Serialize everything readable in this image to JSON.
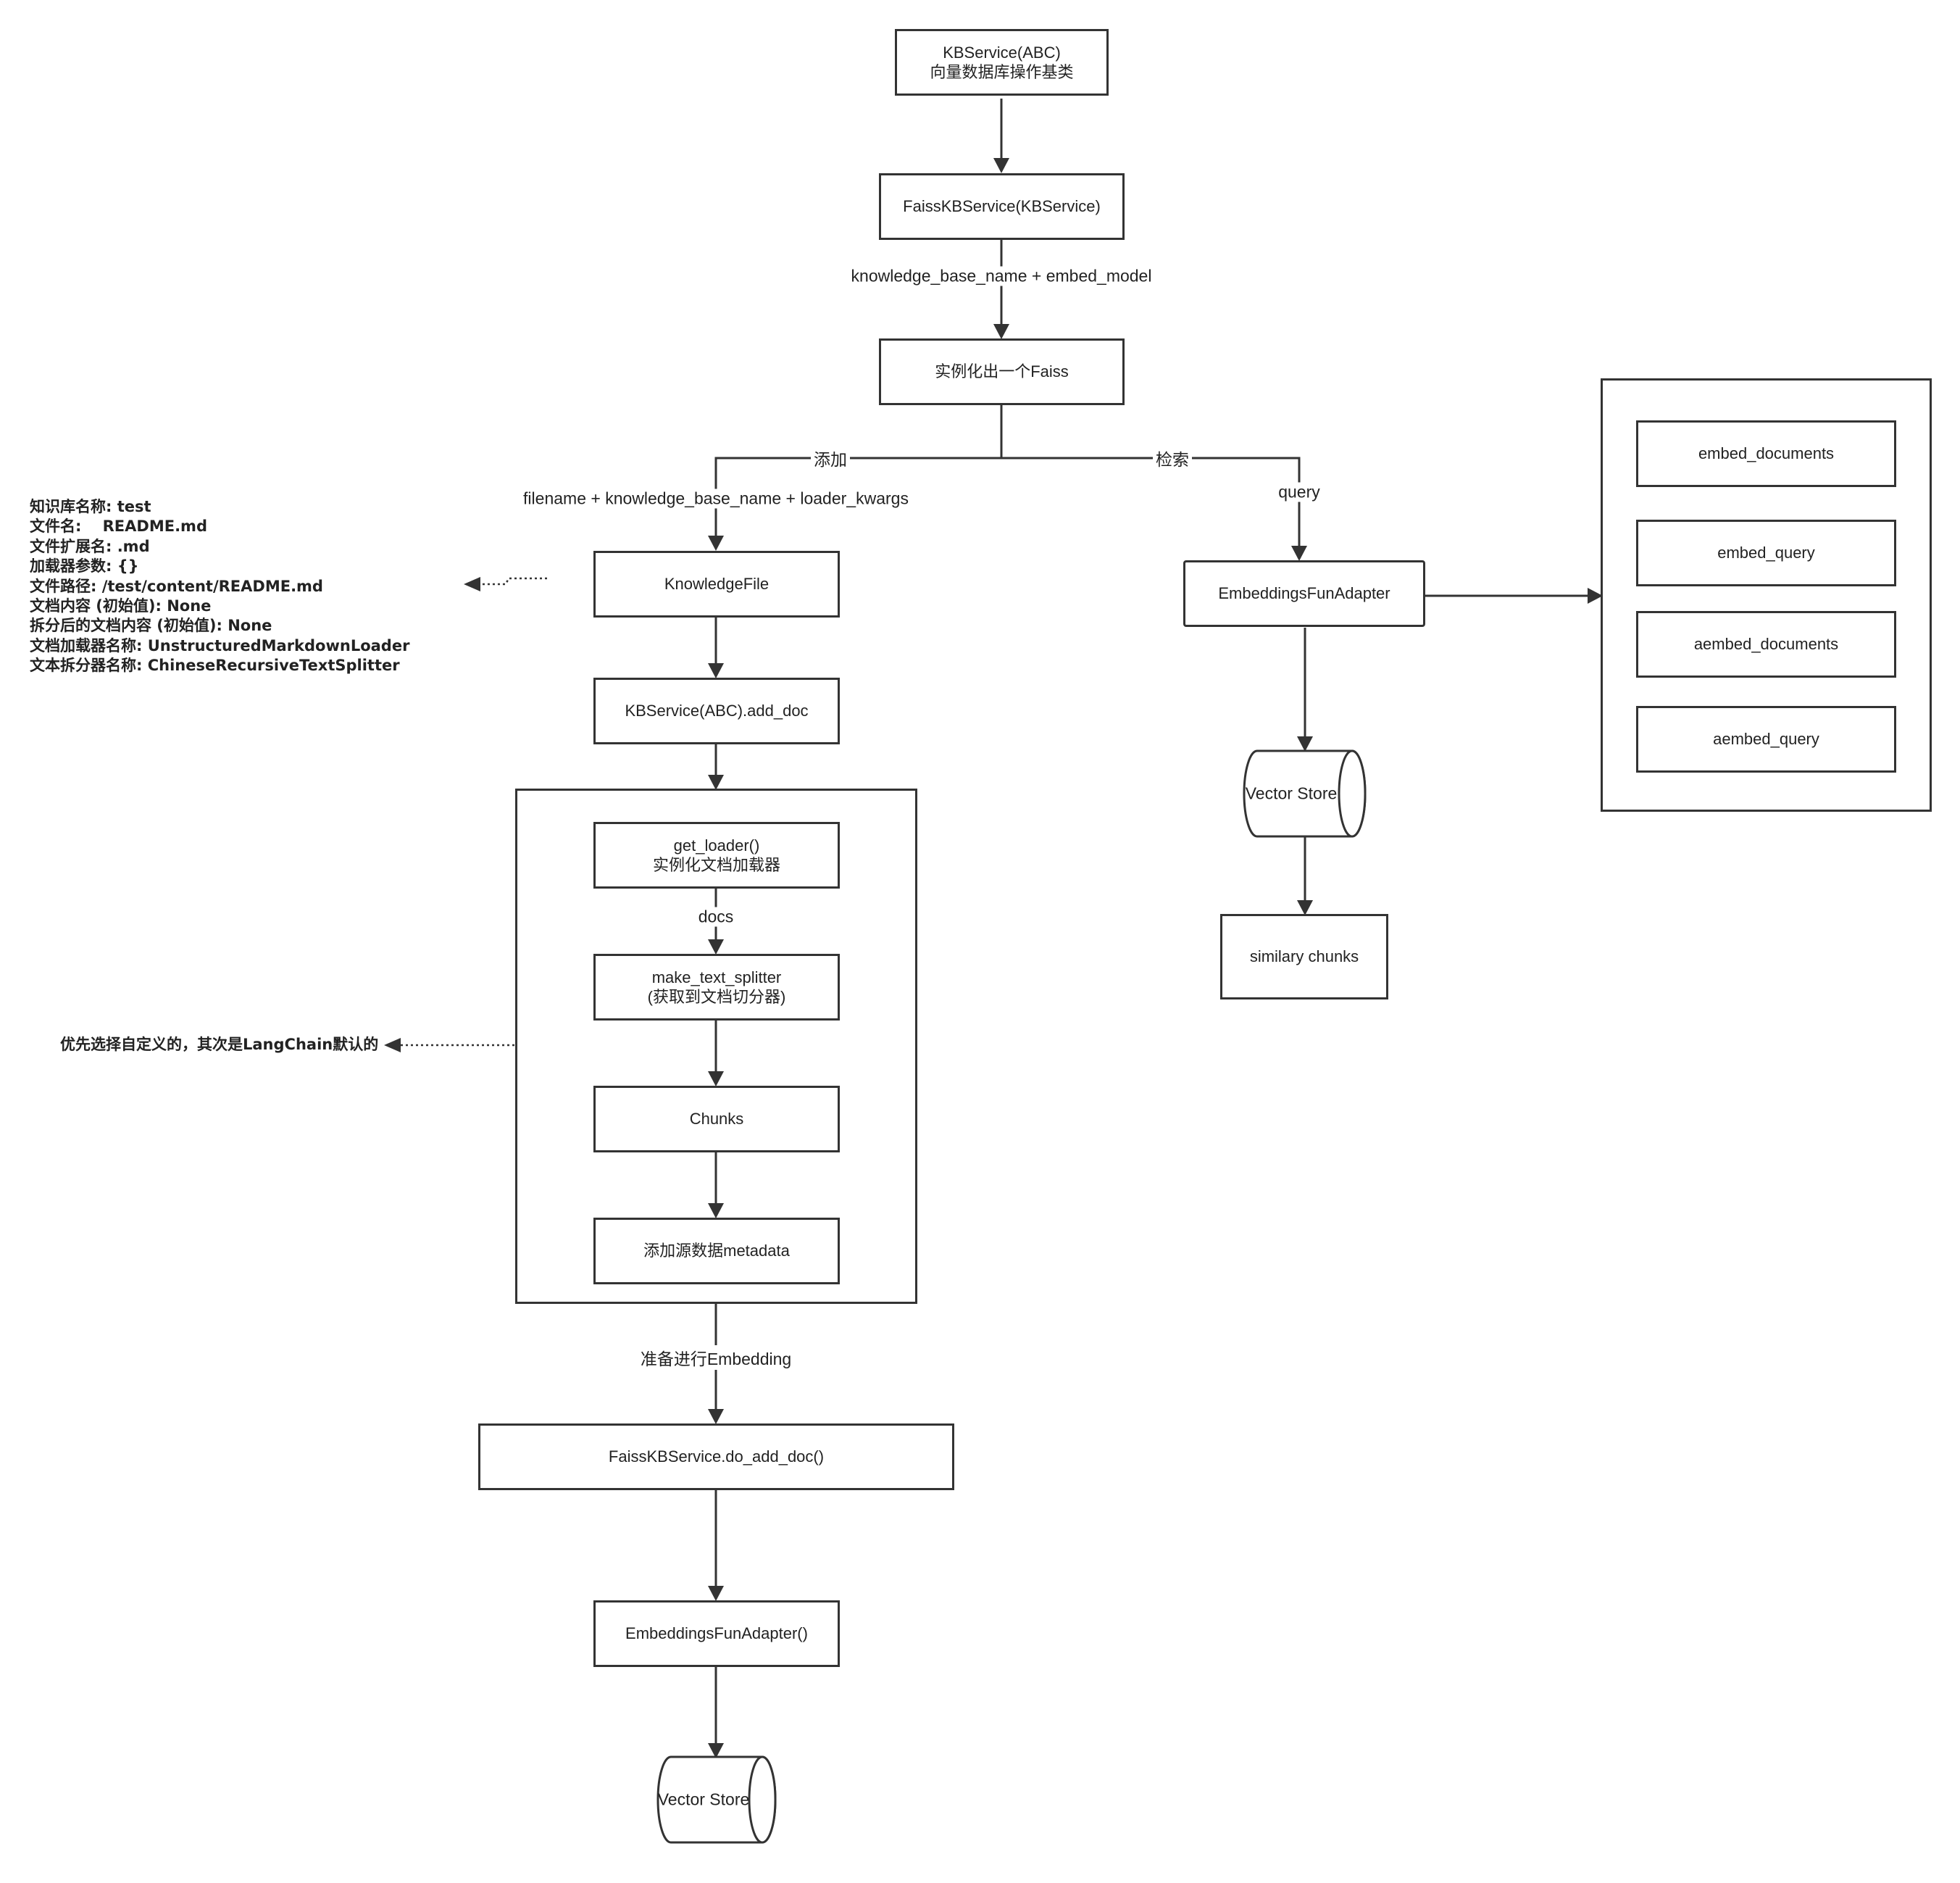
{
  "nodes": {
    "kbservice_abc": {
      "line1": "KBService(ABC)",
      "line2": "向量数据库操作基类"
    },
    "faiss_kbservice": {
      "text": "FaissKBService(KBService)"
    },
    "instantiate_faiss": {
      "text": "实例化出一个Faiss"
    },
    "knowledge_file": {
      "text": "KnowledgeFile"
    },
    "add_doc": {
      "text": "KBService(ABC).add_doc"
    },
    "get_loader": {
      "line1": "get_loader()",
      "line2": "实例化文档加载器"
    },
    "make_text_splitter": {
      "line1": "make_text_splitter",
      "line2": "(获取到文档切分器)"
    },
    "chunks": {
      "text": "Chunks"
    },
    "add_metadata": {
      "text": "添加源数据metadata"
    },
    "do_add_doc": {
      "text": "FaissKBService.do_add_doc()"
    },
    "embeddings_adapter_call": {
      "text": "EmbeddingsFunAdapter()"
    },
    "vector_store_bottom": {
      "text": "Vector Store"
    },
    "embeddings_adapter": {
      "text": "EmbeddingsFunAdapter"
    },
    "vector_store_right": {
      "text": "Vector Store"
    },
    "similar_chunks": {
      "text": "similary chunks"
    },
    "embed_documents": {
      "text": "embed_documents"
    },
    "embed_query": {
      "text": "embed_query"
    },
    "aembed_documents": {
      "text": "aembed_documents"
    },
    "aembed_query": {
      "text": "aembed_query"
    }
  },
  "edge_labels": {
    "kb_params": "knowledge_base_name + embed_model",
    "add": "添加",
    "search": "检索",
    "file_params": "filename + knowledge_base_name + loader_kwargs",
    "query": "query",
    "docs": "docs",
    "prepare_embedding": "准备进行Embedding"
  },
  "notes": {
    "knowledge_file_info": [
      "知识库名称: test",
      "文件名:    README.md",
      "文件扩展名: .md",
      "加载器参数: {}",
      "文件路径: /test/content/README.md",
      "文档内容 (初始值): None",
      "拆分后的文档内容 (初始值): None",
      "文档加载器名称: UnstructuredMarkdownLoader",
      "文本拆分器名称: ChineseRecursiveTextSplitter"
    ],
    "splitter_priority": "优先选择自定义的，其次是LangChain默认的"
  }
}
